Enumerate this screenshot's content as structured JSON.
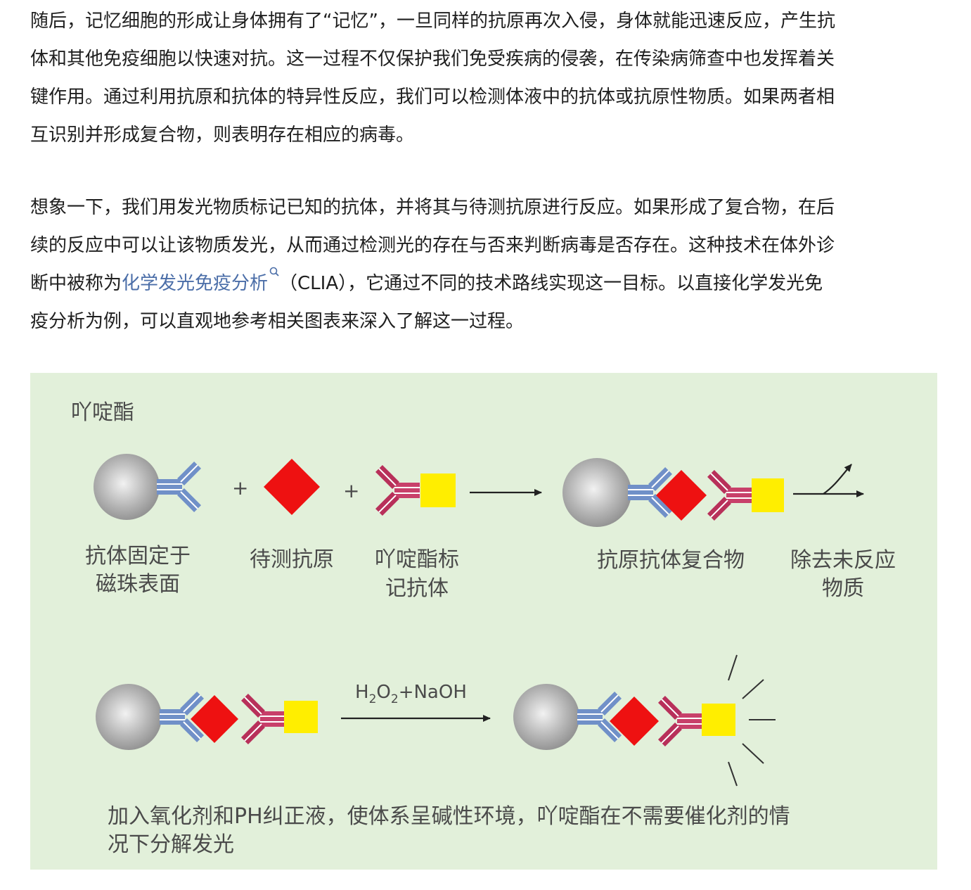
{
  "article": {
    "p1_lines": [
      "随后，记忆细胞的形成让身体拥有了“记忆”，一旦同样的抗原再次入侵，身体就能迅速反应，产生抗",
      "体和其他免疫细胞以快速对抗。这一过程不仅保护我们免受疾病的侵袭，在传染病筛查中也发挥着关",
      "键作用。通过利用抗原和抗体的特异性反应，我们可以检测体液中的抗体或抗原性物质。如果两者相",
      "互识别并形成复合物，则表明存在相应的病毒。"
    ],
    "p2_line1": "想象一下，我们用发光物质标记已知的抗体，并将其与待测抗原进行反应。如果形成了复合物，在后",
    "p2_line2": "续的反应中可以让该物质发光，从而通过检测光的存在与否来判断病毒是否存在。这种技术在体外诊",
    "p2_line3_pre": "断中被称为",
    "p2_link": "化学发光免疫分析",
    "p2_line3_post": "（CLIA），它通过不同的技术路线实现这一目标。以直接化学发光免",
    "p2_line4": "疫分析为例，可以直观地参考相关图表来深入了解这一过程。"
  },
  "figure": {
    "title": "吖啶酯",
    "plus": "+",
    "labels": {
      "bead": [
        "抗体固定于",
        "磁珠表面"
      ],
      "antigen": "待测抗原",
      "labeled": [
        "吖啶酯标",
        "记抗体"
      ],
      "complex": "抗原抗体复合物",
      "remove": [
        "除去未反应",
        "物质"
      ]
    },
    "reagent": {
      "h": "H",
      "sub1": "2",
      "o": "O",
      "sub2": "2",
      "rest": "+NaOH"
    },
    "caption": [
      "加入氧化剂和PH纠正液，使体系呈碱性环境，吖啶酯在不需要催化剂的情",
      "况下分解发光"
    ],
    "colors": {
      "background": "#e2f0da",
      "bead": "#a9a9a9",
      "antibody_blue": "#6e8cc4",
      "antigen_red": "#ee1111",
      "antibody_pink": "#c0395f",
      "label_yellow": "#ffee00",
      "link": "#4b6ea8"
    }
  }
}
